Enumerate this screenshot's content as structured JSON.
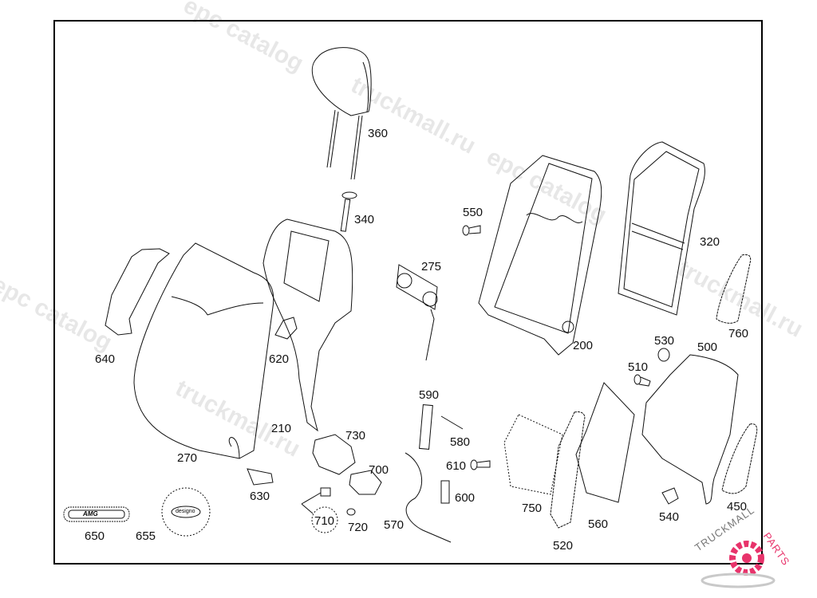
{
  "diagram": {
    "title": "Seat backrest assembly exploded view",
    "watermarks": [
      "epc catalog",
      "truckmall.ru",
      "epc catalog",
      "truckmall.ru",
      "epc catalog",
      "truckmall.ru"
    ],
    "parts": [
      {
        "id": "360",
        "label": "360",
        "desc": "headrest"
      },
      {
        "id": "340",
        "label": "340",
        "desc": "headrest guide"
      },
      {
        "id": "550",
        "label": "550",
        "desc": "screw"
      },
      {
        "id": "275",
        "label": "275",
        "desc": "lumbar adjuster"
      },
      {
        "id": "200",
        "label": "200",
        "desc": "backrest frame"
      },
      {
        "id": "320",
        "label": "320",
        "desc": "backrest rear panel frame"
      },
      {
        "id": "760",
        "label": "760",
        "desc": "side pad"
      },
      {
        "id": "640",
        "label": "640",
        "desc": "side trim"
      },
      {
        "id": "620",
        "label": "620",
        "desc": "clip"
      },
      {
        "id": "210",
        "label": "210",
        "desc": "backrest cushion"
      },
      {
        "id": "270",
        "label": "270",
        "desc": "backrest cover"
      },
      {
        "id": "730",
        "label": "730",
        "desc": "switch housing"
      },
      {
        "id": "700",
        "label": "700",
        "desc": "switch"
      },
      {
        "id": "710",
        "label": "710",
        "desc": "clip set"
      },
      {
        "id": "720",
        "label": "720",
        "desc": "cap"
      },
      {
        "id": "630",
        "label": "630",
        "desc": "trim cap"
      },
      {
        "id": "650",
        "label": "650",
        "desc": "AMG badge"
      },
      {
        "id": "655",
        "label": "655",
        "desc": "designo badge"
      },
      {
        "id": "590",
        "label": "590",
        "desc": "connector strip"
      },
      {
        "id": "580",
        "label": "580",
        "desc": "pin"
      },
      {
        "id": "610",
        "label": "610",
        "desc": "bolt"
      },
      {
        "id": "600",
        "label": "600",
        "desc": "connector"
      },
      {
        "id": "570",
        "label": "570",
        "desc": "wiring harness"
      },
      {
        "id": "530",
        "label": "530",
        "desc": "washer"
      },
      {
        "id": "510",
        "label": "510",
        "desc": "screw"
      },
      {
        "id": "500",
        "label": "500",
        "desc": "backrest shell"
      },
      {
        "id": "750",
        "label": "750",
        "desc": "heating element"
      },
      {
        "id": "520",
        "label": "520",
        "desc": "pad"
      },
      {
        "id": "560",
        "label": "560",
        "desc": "lumbar support mat"
      },
      {
        "id": "540",
        "label": "540",
        "desc": "clip"
      },
      {
        "id": "450",
        "label": "450",
        "desc": "side pad"
      }
    ],
    "badges": {
      "amg_text": "AMG",
      "designo_text": "designo"
    },
    "logo": {
      "text": "TRUCKMALLPARTS",
      "text_top": "TRUCKMALL",
      "text_side": "PARTS",
      "accent": "#e8336b"
    }
  }
}
